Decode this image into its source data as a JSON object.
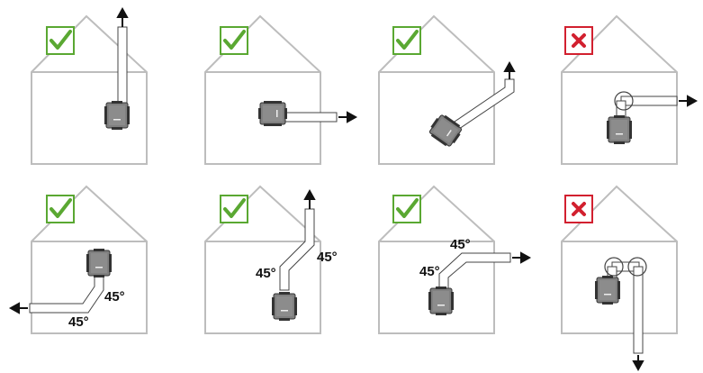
{
  "colors": {
    "ok": "#5aa832",
    "bad": "#d2202f",
    "house": "#bdbdbd",
    "duct": "#444444",
    "device": "#7f7f7f",
    "arrow": "#111111"
  },
  "panels": [
    {
      "status": "check-icon",
      "valid": true,
      "variant": "straight-up",
      "labels": []
    },
    {
      "status": "check-icon",
      "valid": true,
      "variant": "straight-side",
      "labels": []
    },
    {
      "status": "check-icon",
      "valid": true,
      "variant": "tilted-up",
      "labels": []
    },
    {
      "status": "cross-icon",
      "valid": false,
      "variant": "side-with-elbow",
      "labels": []
    },
    {
      "status": "check-icon",
      "valid": true,
      "variant": "down-left-45",
      "labels": [
        "45°",
        "45°"
      ]
    },
    {
      "status": "check-icon",
      "valid": true,
      "variant": "up-45",
      "labels": [
        "45°",
        "45°"
      ]
    },
    {
      "status": "check-icon",
      "valid": true,
      "variant": "side-45",
      "labels": [
        "45°",
        "45°"
      ]
    },
    {
      "status": "cross-icon",
      "valid": false,
      "variant": "down-two-elbows",
      "labels": []
    }
  ]
}
